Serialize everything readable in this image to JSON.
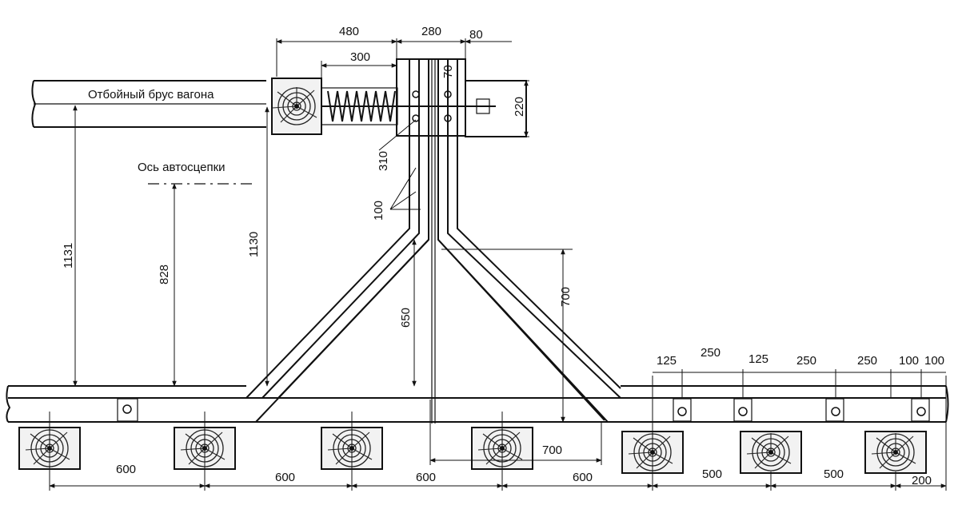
{
  "labels": {
    "buffer_beam": "Отбойный брус вагона",
    "coupler_axis": "Ось автосцепки"
  },
  "dimensions": {
    "top_480": "480",
    "top_280": "280",
    "top_80": "80",
    "top_300": "300",
    "v_70": "70",
    "v_220": "220",
    "v_310": "310",
    "v_100": "100",
    "v_1131": "1131",
    "v_828": "828",
    "v_1130": "1130",
    "v_650": "650",
    "v_700": "700",
    "h_700": "700",
    "bottom_600_1": "600",
    "bottom_600_2": "600",
    "bottom_600_3": "600",
    "bottom_600_4": "600",
    "bottom_500_1": "500",
    "bottom_500_2": "500",
    "bottom_200": "200",
    "bolt_125_1": "125",
    "bolt_250_1": "250",
    "bolt_125_2": "125",
    "bolt_250_2": "250",
    "bolt_250_3": "250",
    "bolt_100_1": "100",
    "bolt_100_2": "100"
  }
}
